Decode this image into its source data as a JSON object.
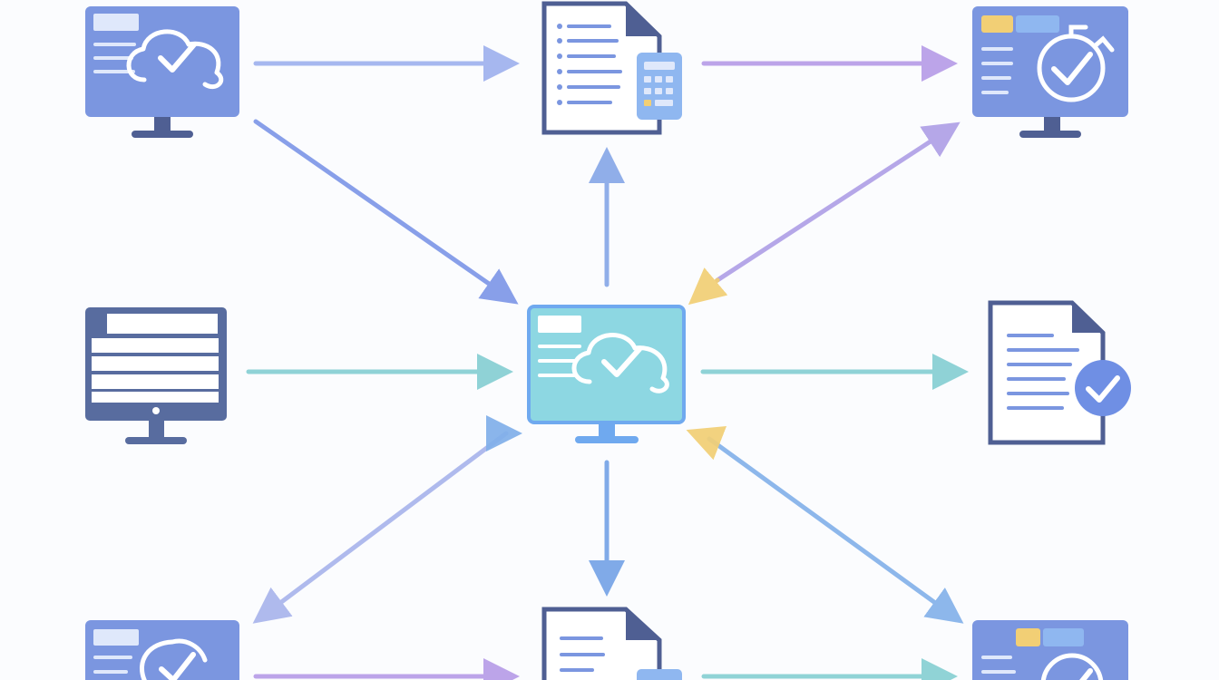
{
  "diagram": {
    "nodes": [
      {
        "id": "top-left-monitor",
        "kind": "monitor-cloud-check",
        "color": "#7b96e0"
      },
      {
        "id": "top-center-document",
        "kind": "document-with-grid",
        "color": "#8fb7f0"
      },
      {
        "id": "top-right-monitor",
        "kind": "monitor-dashboard-check",
        "color": "#7b96e0"
      },
      {
        "id": "middle-left-monitor",
        "kind": "monitor-form",
        "color": "#586c9f"
      },
      {
        "id": "center-monitor",
        "kind": "monitor-cloud-check-hub",
        "color": "#8dd7e2"
      },
      {
        "id": "middle-right-document",
        "kind": "document-with-check",
        "color": "#6f8fe4"
      },
      {
        "id": "bottom-left-monitor",
        "kind": "monitor-cloud-check",
        "color": "#7b96e0"
      },
      {
        "id": "bottom-center-document",
        "kind": "document-with-grid",
        "color": "#8fb7f0"
      },
      {
        "id": "bottom-right-monitor",
        "kind": "monitor-dashboard-check",
        "color": "#7b96e0"
      }
    ],
    "connections": [
      {
        "from": "top-left-monitor",
        "to": "top-center-document",
        "color": "#9fb2ee"
      },
      {
        "from": "top-center-document",
        "to": "top-right-monitor",
        "color": "#b79de8"
      },
      {
        "from": "top-left-monitor",
        "to": "center-monitor",
        "color": "#7f98e8"
      },
      {
        "from": "center-monitor",
        "to": "top-center-document",
        "color": "#88a8e8"
      },
      {
        "from": "center-monitor",
        "to": "top-right-monitor",
        "color": "#b0a0e7"
      },
      {
        "from": "top-right-monitor",
        "to": "center-monitor",
        "color": "#f2cf75"
      },
      {
        "from": "middle-left-monitor",
        "to": "center-monitor",
        "color": "#86cfd3"
      },
      {
        "from": "center-monitor",
        "to": "middle-right-document",
        "color": "#86cfd3"
      },
      {
        "from": "center-monitor",
        "to": "bottom-left-monitor",
        "color": "#a9b5ec"
      },
      {
        "from": "bottom-left-monitor",
        "to": "center-monitor",
        "color": "#81b0ea"
      },
      {
        "from": "center-monitor",
        "to": "bottom-center-document",
        "color": "#76a4e7"
      },
      {
        "from": "center-monitor",
        "to": "bottom-right-monitor",
        "color": "#84b2ea"
      },
      {
        "from": "bottom-right-monitor",
        "to": "center-monitor",
        "color": "#f2cf75"
      },
      {
        "from": "bottom-left-monitor",
        "to": "bottom-center-document",
        "color": "#b79de8"
      },
      {
        "from": "bottom-center-document",
        "to": "bottom-right-monitor",
        "color": "#88d0d3"
      }
    ],
    "palette": {
      "background": "#fbfcfe",
      "outline": "#4f5f93",
      "light": "#dfe8fb",
      "white": "#ffffff",
      "yellow": "#f2cf75",
      "cyan": "#8dd7e2"
    }
  }
}
